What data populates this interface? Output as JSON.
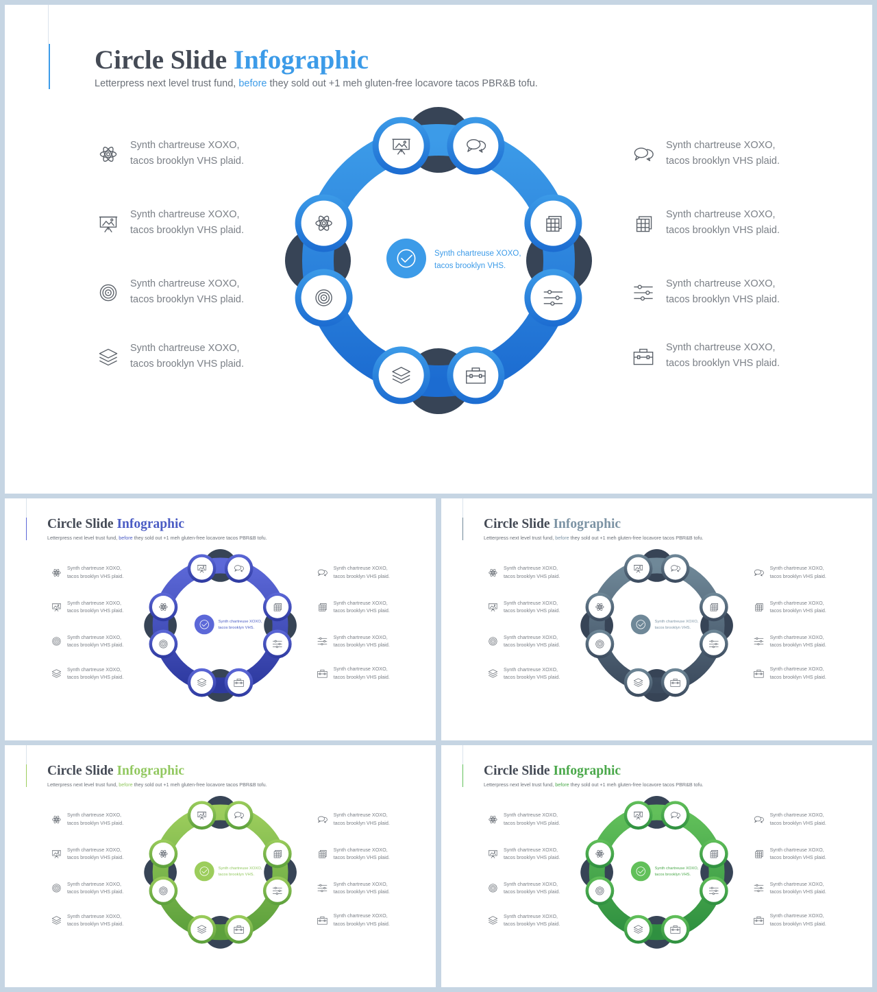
{
  "slides": [
    {
      "id": "blue-full",
      "accent": "#3c9be8",
      "accent_dark": "#1c6cd1",
      "link": "#3c9be8",
      "bridge": "#374456"
    },
    {
      "id": "indigo",
      "accent": "#5c68d8",
      "accent_dark": "#2e3aa0",
      "link": "#4b5cc4",
      "bridge": "#374456"
    },
    {
      "id": "slate",
      "accent": "#6f8898",
      "accent_dark": "#3c4b5e",
      "link": "#7c93a4",
      "bridge": "#374456"
    },
    {
      "id": "lime",
      "accent": "#9ccd5c",
      "accent_dark": "#5ca03c",
      "link": "#92c860",
      "bridge": "#374456"
    },
    {
      "id": "green",
      "accent": "#62c05a",
      "accent_dark": "#2f9040",
      "link": "#4aa84a",
      "bridge": "#374456"
    }
  ],
  "header": {
    "title_main": "Circle Slide ",
    "title_accent": "Infographic",
    "subtitle_pre": "Letterpress next level trust fund, ",
    "subtitle_link": "before",
    "subtitle_post": " they sold out +1 meh gluten-free locavore tacos PBR&B tofu."
  },
  "center": {
    "line1": "Synth chartreuse XOXO,",
    "line2": "tacos brooklyn VHS."
  },
  "left_items": [
    {
      "icon": "atom-icon",
      "line1": "Synth chartreuse XOXO,",
      "line2": "tacos brooklyn VHS plaid."
    },
    {
      "icon": "presentation-icon",
      "line1": "Synth chartreuse XOXO,",
      "line2": "tacos brooklyn VHS plaid."
    },
    {
      "icon": "target-icon",
      "line1": "Synth chartreuse XOXO,",
      "line2": "tacos brooklyn VHS plaid."
    },
    {
      "icon": "layers-icon",
      "line1": "Synth chartreuse XOXO,",
      "line2": "tacos brooklyn VHS plaid."
    }
  ],
  "right_items": [
    {
      "icon": "chat-icon",
      "line1": "Synth chartreuse XOXO,",
      "line2": "tacos brooklyn VHS plaid."
    },
    {
      "icon": "copy-icon",
      "line1": "Synth chartreuse XOXO,",
      "line2": "tacos brooklyn VHS plaid."
    },
    {
      "icon": "sliders-icon",
      "line1": "Synth chartreuse XOXO,",
      "line2": "tacos brooklyn VHS plaid."
    },
    {
      "icon": "briefcase-icon",
      "line1": "Synth chartreuse XOXO,",
      "line2": "tacos brooklyn VHS plaid."
    }
  ],
  "ring_icons": [
    "presentation-icon",
    "chat-icon",
    "copy-icon",
    "sliders-icon",
    "briefcase-icon",
    "layers-icon",
    "target-icon",
    "atom-icon"
  ],
  "center_icon": "check-icon"
}
